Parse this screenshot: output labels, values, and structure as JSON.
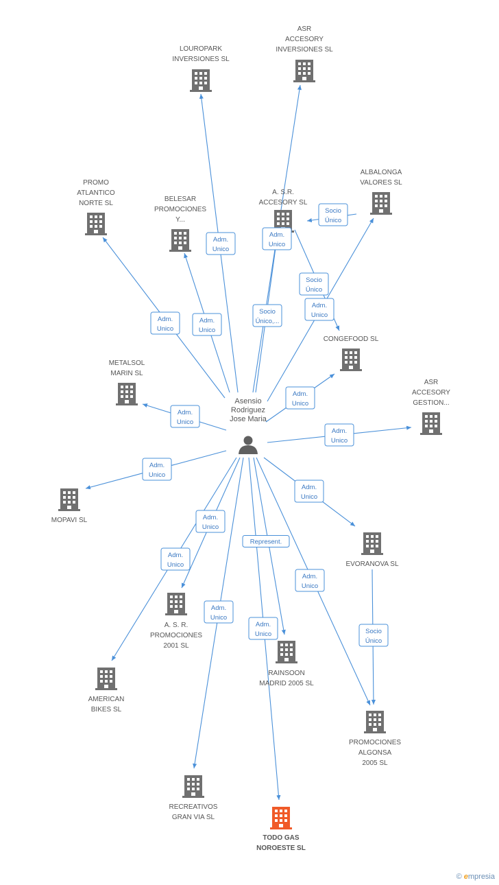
{
  "person": {
    "name_lines": [
      "Asensio",
      "Rodriguez",
      "Jose Maria"
    ]
  },
  "companies": [
    {
      "id": "louropark",
      "lines": [
        "LOUROPARK",
        "INVERSIONES SL"
      ],
      "highlight": false
    },
    {
      "id": "asr_accesory_inv",
      "lines": [
        "ASR",
        "ACCESORY",
        "INVERSIONES SL"
      ],
      "highlight": false
    },
    {
      "id": "albalonga",
      "lines": [
        "ALBALONGA",
        "VALORES SL"
      ],
      "highlight": false
    },
    {
      "id": "asr_accesory_sl",
      "lines": [
        "A. S.R.",
        "ACCESORY SL"
      ],
      "highlight": false
    },
    {
      "id": "promo_atlantico",
      "lines": [
        "PROMO",
        "ATLANTICO",
        "NORTE SL"
      ],
      "highlight": false
    },
    {
      "id": "belesar",
      "lines": [
        "BELESAR",
        "PROMOCIONES",
        "Y..."
      ],
      "highlight": false
    },
    {
      "id": "congefood",
      "lines": [
        "CONGEFOOD SL"
      ],
      "highlight": false
    },
    {
      "id": "metalsol",
      "lines": [
        "METALSOL",
        "MARIN SL"
      ],
      "highlight": false
    },
    {
      "id": "asr_gestion",
      "lines": [
        "ASR",
        "ACCESORY",
        "GESTION..."
      ],
      "highlight": false
    },
    {
      "id": "mopavi",
      "lines": [
        "MOPAVI SL"
      ],
      "highlight": false
    },
    {
      "id": "evoranova",
      "lines": [
        "EVORANOVA SL"
      ],
      "highlight": false
    },
    {
      "id": "asr_promociones",
      "lines": [
        "A.  S. R.",
        "PROMOCIONES",
        "2001 SL"
      ],
      "highlight": false
    },
    {
      "id": "rainsoon",
      "lines": [
        "RAINSOON",
        "MADRID 2005 SL"
      ],
      "highlight": false
    },
    {
      "id": "american_bikes",
      "lines": [
        "AMERICAN",
        "BIKES SL"
      ],
      "highlight": false
    },
    {
      "id": "promociones_algonsa",
      "lines": [
        "PROMOCIONES",
        "ALGONSA",
        "2005 SL"
      ],
      "highlight": false
    },
    {
      "id": "recreativos",
      "lines": [
        "RECREATIVOS",
        "GRAN VIA SL"
      ],
      "highlight": false
    },
    {
      "id": "todo_gas",
      "lines": [
        "TODO GAS",
        "NOROESTE SL"
      ],
      "highlight": true
    }
  ],
  "edges": [
    {
      "from": "person",
      "to": "louropark",
      "label": [
        "Adm.",
        "Unico"
      ]
    },
    {
      "from": "person",
      "to": "asr_accesory_inv",
      "label": [
        "Adm.",
        "Unico"
      ]
    },
    {
      "from": "person",
      "to": "asr_accesory_sl",
      "label": [
        "Socio",
        "Único,..."
      ]
    },
    {
      "from": "albalonga",
      "to": "asr_accesory_sl",
      "label": [
        "Socio",
        "Único"
      ]
    },
    {
      "from": "person",
      "to": "albalonga",
      "label": [
        "Adm.",
        "Unico"
      ]
    },
    {
      "from": "asr_accesory_sl",
      "to": "congefood",
      "label": [
        "Socio",
        "Único"
      ]
    },
    {
      "from": "person",
      "to": "promo_atlantico",
      "label": [
        "Adm.",
        "Unico"
      ]
    },
    {
      "from": "person",
      "to": "belesar",
      "label": [
        "Adm.",
        "Unico"
      ]
    },
    {
      "from": "person",
      "to": "congefood",
      "label": [
        "Adm.",
        "Unico"
      ]
    },
    {
      "from": "person",
      "to": "metalsol",
      "label": [
        "Adm.",
        "Unico"
      ]
    },
    {
      "from": "person",
      "to": "asr_gestion",
      "label": [
        "Adm.",
        "Unico"
      ]
    },
    {
      "from": "person",
      "to": "mopavi",
      "label": [
        "Adm.",
        "Unico"
      ]
    },
    {
      "from": "person",
      "to": "evoranova",
      "label": [
        "Adm.",
        "Unico"
      ]
    },
    {
      "from": "person",
      "to": "asr_promociones",
      "label": [
        "Adm.",
        "Unico"
      ]
    },
    {
      "from": "person",
      "to": "american_bikes",
      "label": [
        "Adm.",
        "Unico"
      ]
    },
    {
      "from": "person",
      "to": "recreativos",
      "label": [
        "Adm.",
        "Unico"
      ]
    },
    {
      "from": "person",
      "to": "todo_gas",
      "label": [
        "Represent."
      ]
    },
    {
      "from": "person",
      "to": "rainsoon",
      "label": [
        "Adm.",
        "Unico"
      ]
    },
    {
      "from": "person",
      "to": "promociones_algonsa",
      "label": [
        "Adm.",
        "Unico"
      ]
    },
    {
      "from": "evoranova",
      "to": "promociones_algonsa",
      "label": [
        "Socio",
        "Único"
      ]
    }
  ],
  "colors": {
    "edge": "#4a90d9",
    "building": "#707070",
    "building_highlight": "#f05a28",
    "person": "#606060"
  },
  "footer": {
    "copyright": "©",
    "brand_first": "e",
    "brand_rest": "mpresia"
  }
}
